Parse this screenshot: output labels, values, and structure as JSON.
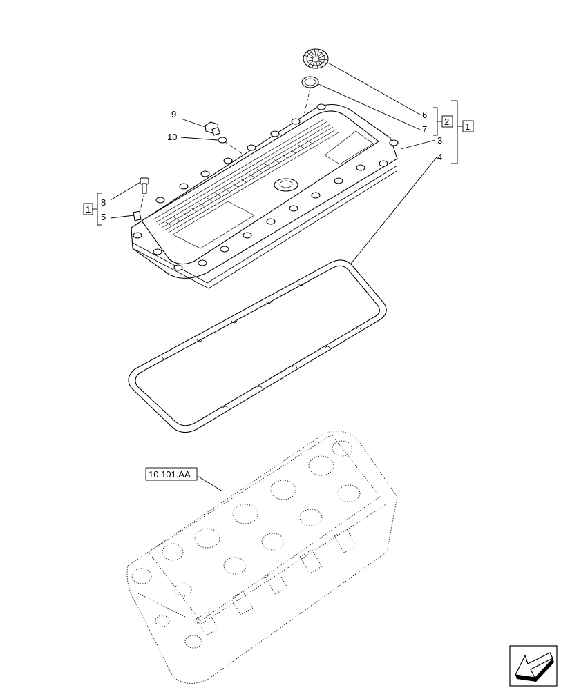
{
  "callouts": {
    "c9": "9",
    "c10": "10",
    "c8": "8",
    "c5": "5",
    "c6": "6",
    "c7": "7",
    "c3": "3",
    "c4": "4"
  },
  "group_boxes": {
    "left_kit": "1",
    "cap_kit": "2",
    "main_kit": "1"
  },
  "reference": {
    "cylinder_head": "10.101.AA"
  },
  "icons": {
    "navigation": "next-page-arrow-icon"
  }
}
